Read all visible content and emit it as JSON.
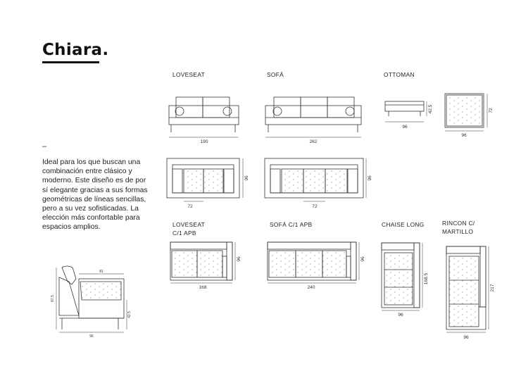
{
  "brand": {
    "name": "Chiara."
  },
  "description": {
    "dash": "–",
    "text": "Ideal para los que buscan una combinación entre clásico y moderno. Este diseño es de por sí elegante gracias a sus formas geométricas de líneas sencillas, pero a su vez sofisticadas. La elección más confortable para espacios amplios."
  },
  "labels": {
    "loveseat": "LOVESEAT",
    "sofa": "SOFÁ",
    "ottoman": "OTTOMAN",
    "loveseat_apb_line1": "LOVESEAT",
    "loveseat_apb_line2": "C/1 APB",
    "sofa_apb": "SOFÁ C/1 APB",
    "chaise": "CHAISE LONG",
    "rincon_line1": "RINCON C/",
    "rincon_line2": "MARTILLO"
  },
  "dimensions": {
    "loveseat_width": "190",
    "sofa_width": "262",
    "ottoman_front_width": "96",
    "ottoman_front_height": "42.5",
    "ottoman_top_width": "96",
    "ottoman_top_depth": "72",
    "loveseat_plan_seat": "72",
    "loveseat_plan_depth": "96",
    "sofa_plan_seat": "72",
    "sofa_plan_depth": "96",
    "loveseat_apb_width": "168",
    "loveseat_apb_depth": "96",
    "sofa_apb_width": "240",
    "sofa_apb_depth": "96",
    "chaise_width": "96",
    "chaise_length": "168.5",
    "rincon_width": "96",
    "rincon_length": "217",
    "side_arm_length": "81",
    "side_total_height": "87.5",
    "side_seat_height": "42.5",
    "side_depth": "96"
  }
}
